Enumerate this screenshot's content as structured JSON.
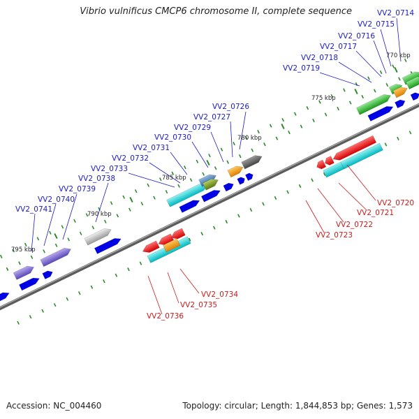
{
  "title": "Vibrio vulnificus CMCP6 chromosome II, complete sequence",
  "footer": {
    "accession": "Accession: NC_004460",
    "topology": "Topology: circular; Length: 1,844,853 bp; Genes: 1,573"
  },
  "colors": {
    "backbone": "#7a7a7a",
    "forward_label": "#1a1acc",
    "reverse_label": "#cc1a1a",
    "tick": "#2a8a2a",
    "cds": "#0000e6"
  },
  "kbp_labels": [
    "770 kbp",
    "775 kbp",
    "780 kbp",
    "785 kbp",
    "790 kbp",
    "795 kbp"
  ],
  "forward_genes": [
    "VV2_0714",
    "VV2_0715",
    "VV2_0716",
    "VV2_0717",
    "VV2_0718",
    "VV2_0719",
    "VV2_0726",
    "VV2_0727",
    "VV2_0729",
    "VV2_0730",
    "VV2_0731",
    "VV2_0732",
    "VV2_0733",
    "VV2_0738",
    "VV2_0739",
    "VV2_0740",
    "VV2_0741"
  ],
  "reverse_genes": [
    "VV2_0720",
    "VV2_0721",
    "VV2_0722",
    "VV2_0723",
    "VV2_0734",
    "VV2_0735",
    "VV2_0736"
  ]
}
